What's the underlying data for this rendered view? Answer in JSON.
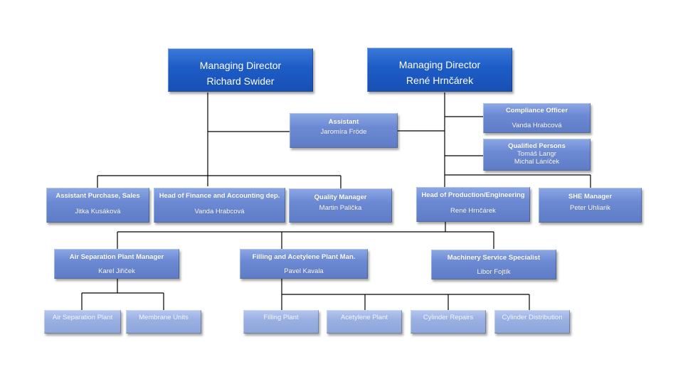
{
  "chart": {
    "title": "Organization chart",
    "colors": {
      "top_level": "#1d5cc6",
      "mid_level": "#6c8ad4",
      "bottom_level": "#9ab0e2",
      "connector": "#000000"
    },
    "nodes": {
      "md_swider": {
        "title": "Managing Director",
        "name": "Richard Swider"
      },
      "md_hrncarek": {
        "title": "Managing Director",
        "name": "René Hrnčárek"
      },
      "assistant": {
        "title": "Assistant",
        "name": "Jaromíra Fröde"
      },
      "compliance": {
        "title": "Compliance Officer",
        "name": "Vanda Hrabcová"
      },
      "qualified": {
        "title": "Qualified Persons",
        "name": "Tomáš Langr",
        "name2": "Michal Láníček"
      },
      "asst_purchase": {
        "title": "Assistant Purchase, Sales",
        "name": "Jitka Kusáková"
      },
      "finance": {
        "title": "Head of Finance and Accounting dep.",
        "name": "Vanda Hrabcová"
      },
      "quality": {
        "title": "Quality Manager",
        "name": "Martin Palička"
      },
      "production": {
        "title": "Head of Production/Engineering",
        "name": "René Hrnčárek"
      },
      "she": {
        "title": "SHE Manager",
        "name": "Peter Uhliarik"
      },
      "air_sep_mgr": {
        "title": "Air  Separation Plant Manager",
        "name": "Karel Jiřiček"
      },
      "filling_mgr": {
        "title": "Filling and Acetylene Plant Man.",
        "name": "Pavel Kavala"
      },
      "machinery": {
        "title": "Machinery Service Specialist",
        "name": "Libor Fojtík"
      },
      "air_sep_plant": {
        "title": "Air Separation Plant"
      },
      "membrane": {
        "title": "Membrane Units"
      },
      "filling_plant": {
        "title": "Filling Plant"
      },
      "acetylene_plant": {
        "title": "Acetylene Plant"
      },
      "cyl_repairs": {
        "title": "Cylinder Repairs"
      },
      "cyl_distribution": {
        "title": "Cylinder Distribution"
      }
    }
  }
}
